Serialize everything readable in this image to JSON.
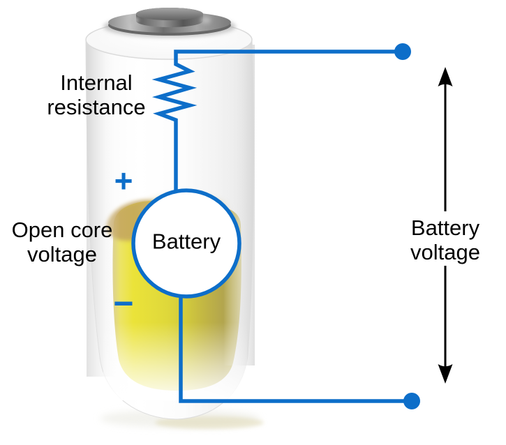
{
  "diagram": {
    "background": "#ffffff",
    "labels": {
      "internal_resistance": {
        "line1": "Internal",
        "line2": "resistance"
      },
      "open_core_voltage": {
        "line1": "Open core",
        "line2": "voltage"
      },
      "battery_voltage": {
        "line1": "Battery",
        "line2": "voltage"
      },
      "battery_source": "Battery",
      "plus_sign": "+",
      "minus_sign": "−"
    },
    "colors": {
      "circuit_blue": "#0D6EC9",
      "label_black": "#000000",
      "core_yellow_bright": "#EBE339",
      "core_yellow_olive": "#B2A54E",
      "casing_edge_gray": "#D9D9D9",
      "cap_dark_gray": "#5C5C5C",
      "cap_light_gray": "#A8A8A8"
    }
  }
}
